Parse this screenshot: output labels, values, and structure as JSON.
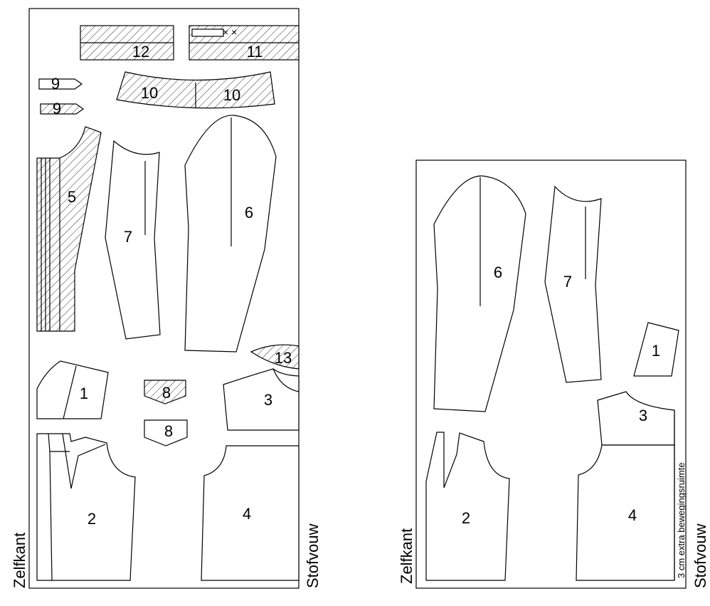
{
  "layouts": [
    {
      "id": "layout-left",
      "selvedge_label": "Zelfkant",
      "fold_label": "Stofvouw",
      "pieces": [
        {
          "n": "12",
          "hatched": true
        },
        {
          "n": "11",
          "hatched": true
        },
        {
          "n": "9",
          "hatched": false
        },
        {
          "n": "9",
          "hatched": true
        },
        {
          "n": "10",
          "hatched": true
        },
        {
          "n": "10",
          "hatched": true
        },
        {
          "n": "5",
          "hatched": true
        },
        {
          "n": "7",
          "hatched": false
        },
        {
          "n": "6",
          "hatched": false
        },
        {
          "n": "13",
          "hatched": true
        },
        {
          "n": "1",
          "hatched": false
        },
        {
          "n": "8",
          "hatched": true
        },
        {
          "n": "8",
          "hatched": false
        },
        {
          "n": "3",
          "hatched": false
        },
        {
          "n": "2",
          "hatched": false
        },
        {
          "n": "4",
          "hatched": false
        }
      ]
    },
    {
      "id": "layout-right",
      "selvedge_label": "Zelfkant",
      "fold_label": "Stofvouw",
      "ease_note": "3 cm extra bewegingsruimte",
      "pieces": [
        {
          "n": "6",
          "hatched": false
        },
        {
          "n": "7",
          "hatched": false
        },
        {
          "n": "1",
          "hatched": false
        },
        {
          "n": "3",
          "hatched": false
        },
        {
          "n": "2",
          "hatched": false
        },
        {
          "n": "4",
          "hatched": false
        }
      ]
    }
  ]
}
